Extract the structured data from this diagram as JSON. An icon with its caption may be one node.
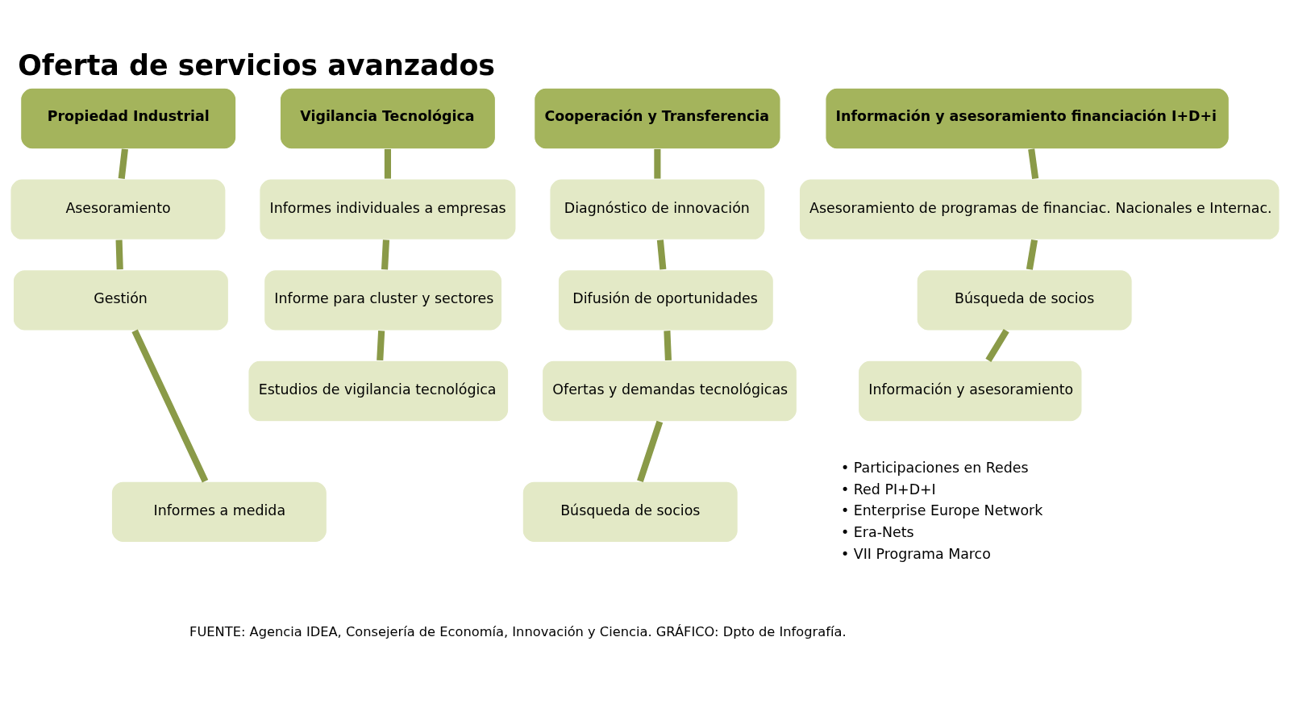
{
  "diagram": {
    "title": "Oferta de servicios avanzados",
    "caption": "FUENTE: Agencia IDEA, Consejería de Economía, Innovación y Ciencia. GRÁFICO: Dpto de Infografía.",
    "nodes": [
      {
        "text": [
          "Propiedad Industrial"
        ]
      },
      {
        "text": [
          "Asesoramiento"
        ]
      },
      {
        "text": [
          "Gestión"
        ]
      },
      {
        "text": [
          "Informes a medida"
        ]
      },
      {
        "text": [
          "Vigilancia Tecnológica"
        ]
      },
      {
        "text": [
          "Informes individuales a empresas"
        ]
      },
      {
        "text": [
          "Informe para cluster y sectores"
        ]
      },
      {
        "text": [
          "Estudios de vigilancia tecnológica"
        ]
      },
      {
        "text": [
          "Cooperación y Transferencia"
        ]
      },
      {
        "text": [
          "Diagnóstico de innovación"
        ]
      },
      {
        "text": [
          "Difusión de oportunidades"
        ]
      },
      {
        "text": [
          "Ofertas y demandas tecnológicas"
        ]
      },
      {
        "text": [
          "Búsqueda de socios"
        ]
      },
      {
        "text": [
          "Información y asesoramiento financiación I+D+i"
        ]
      },
      {
        "text": [
          "Asesoramiento de programas de financiac. Nacionales e Internac."
        ]
      },
      {
        "text": [
          "Búsqueda de socios"
        ]
      },
      {
        "text": [
          "Información y asesoramiento"
        ]
      }
    ],
    "edges": [
      {
        "from": 0,
        "to": 1,
        "arrow": "none"
      },
      {
        "from": 1,
        "to": 2,
        "arrow": "none"
      },
      {
        "from": 2,
        "to": 3,
        "arrow": "none"
      },
      {
        "from": 4,
        "to": 5,
        "arrow": "none"
      },
      {
        "from": 5,
        "to": 6,
        "arrow": "none"
      },
      {
        "from": 6,
        "to": 7,
        "arrow": "none"
      },
      {
        "from": 8,
        "to": 9,
        "arrow": "none"
      },
      {
        "from": 9,
        "to": 10,
        "arrow": "none"
      },
      {
        "from": 10,
        "to": 11,
        "arrow": "none"
      },
      {
        "from": 11,
        "to": 12,
        "arrow": "none"
      },
      {
        "from": 13,
        "to": 14,
        "arrow": "none"
      },
      {
        "from": 14,
        "to": 15,
        "arrow": "none"
      },
      {
        "from": 15,
        "to": 16,
        "arrow": "none"
      }
    ],
    "labels": [
      "• Participaciones en Redes",
      "• Red PI+D+I",
      "• Enterprise Europe Network",
      "• Era-Nets",
      "• VII Programa Marco"
    ]
  }
}
